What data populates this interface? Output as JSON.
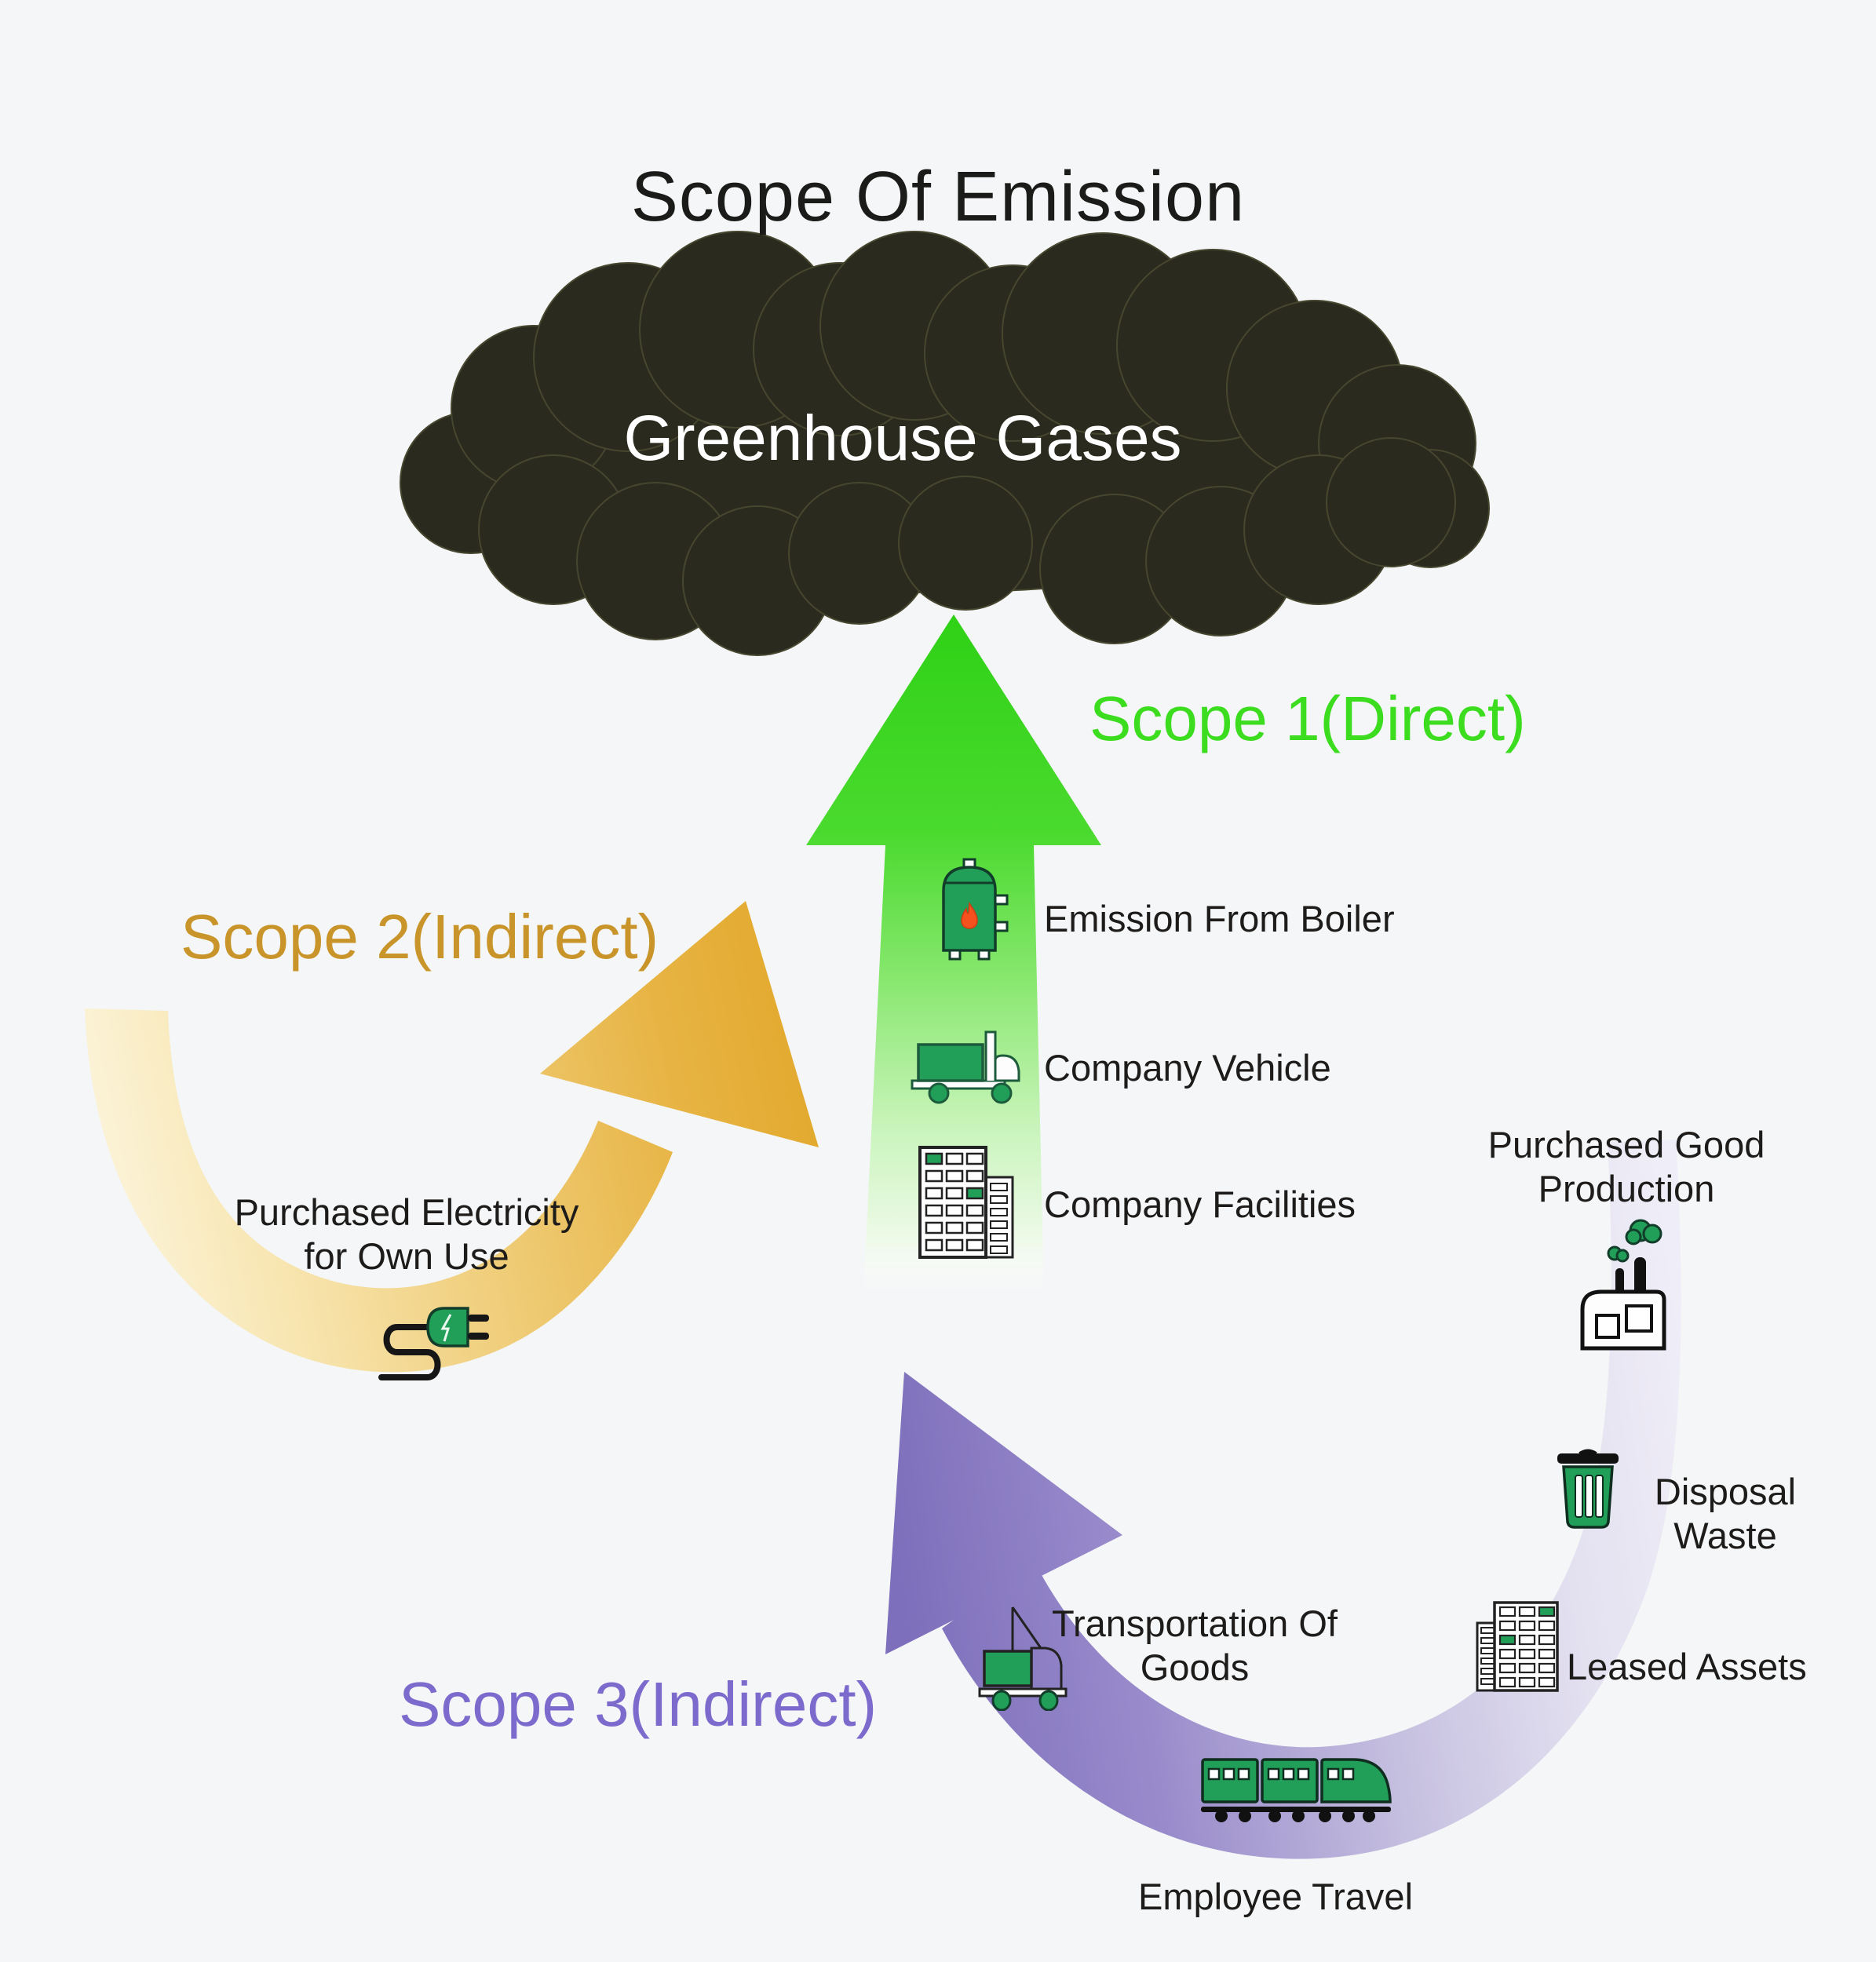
{
  "title": "Scope Of Emission",
  "cloud": {
    "label": "Greenhouse Gases",
    "color": "#2b2a1f"
  },
  "background": "#f4f6f7",
  "icon_green": "#219e58",
  "scopes": {
    "scope1": {
      "label": "Scope 1(Direct)",
      "color": "#3cdc1f",
      "arrow_color": "#2fd116",
      "items": [
        {
          "icon": "boiler-icon",
          "lines": [
            "Emission From Boiler"
          ]
        },
        {
          "icon": "company-vehicle-icon",
          "lines": [
            "Company Vehicle"
          ]
        },
        {
          "icon": "company-facilities-icon",
          "lines": [
            "Company Facilities"
          ]
        }
      ]
    },
    "scope2": {
      "label": "Scope 2(Indirect)",
      "color": "#c9952b",
      "arrow_color": "#e2a82c",
      "items": [
        {
          "icon": "electric-plug-icon",
          "lines": [
            "Purchased Electricity",
            "for Own Use"
          ]
        }
      ]
    },
    "scope3": {
      "label": "Scope 3(Indirect)",
      "color": "#7d6acd",
      "arrow_color": "#7e6fbc",
      "items": [
        {
          "icon": "factory-icon",
          "lines": [
            "Purchased Good",
            "Production"
          ]
        },
        {
          "icon": "disposal-waste-icon",
          "lines": [
            "Disposal",
            "Waste"
          ]
        },
        {
          "icon": "leased-assets-icon",
          "lines": [
            "Leased Assets"
          ]
        },
        {
          "icon": "goods-truck-icon",
          "lines": [
            "Transportation Of",
            "Goods"
          ]
        },
        {
          "icon": "train-icon",
          "lines": [
            "Employee Travel"
          ]
        }
      ]
    }
  }
}
